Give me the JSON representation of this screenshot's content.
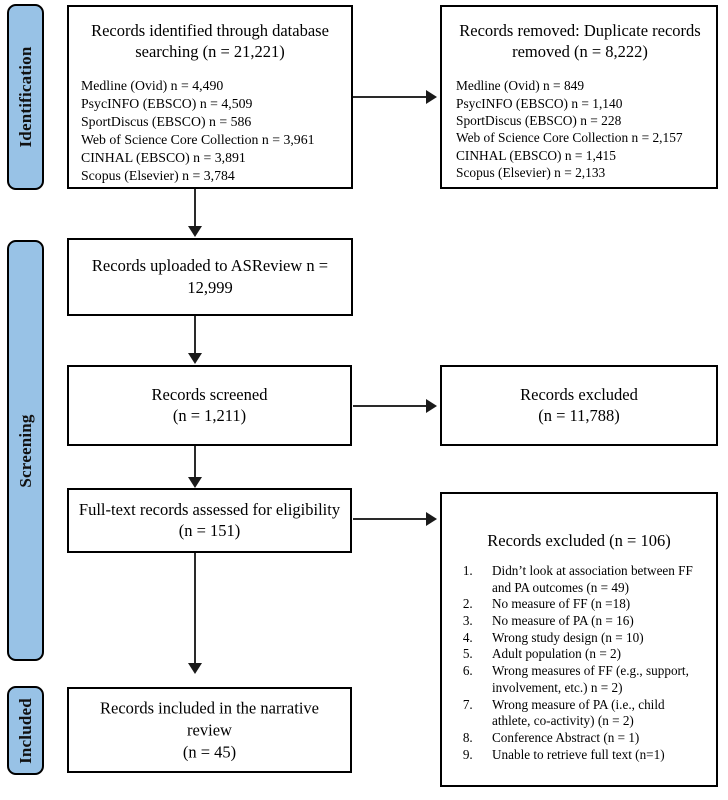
{
  "phases": [
    {
      "id": "identification",
      "label": "Identification"
    },
    {
      "id": "screening",
      "label": "Screening"
    },
    {
      "id": "included",
      "label": "Included"
    }
  ],
  "boxes": {
    "identified": {
      "title": "Records identified through database searching (n = 21,221)",
      "sources": [
        "Medline (Ovid) n = 4,490",
        "PsycINFO (EBSCO) n = 4,509",
        "SportDiscus (EBSCO) n = 586",
        "Web of Science Core Collection n = 3,961",
        "CINHAL (EBSCO) n = 3,891",
        "Scopus (Elsevier) n = 3,784"
      ]
    },
    "duplicates": {
      "title": "Records removed: Duplicate records removed (n = 8,222)",
      "sources": [
        "Medline (Ovid) n = 849",
        "PsycINFO (EBSCO) n = 1,140",
        "SportDiscus (EBSCO) n = 228",
        "Web of Science Core Collection n = 2,157",
        "CINHAL (EBSCO) n = 1,415",
        "Scopus (Elsevier) n = 2,133"
      ]
    },
    "uploaded": {
      "text": "Records uploaded to ASReview n = 12,999"
    },
    "screened": {
      "line1": "Records screened",
      "line2": "(n = 1,211)"
    },
    "excluded_screening": {
      "line1": "Records excluded",
      "line2": "(n = 11,788)"
    },
    "fulltext": {
      "text": "Full-text records assessed for eligibility (n = 151)"
    },
    "excluded_fulltext": {
      "heading": "Records excluded (n = 106)",
      "reasons": [
        "Didn’t look at association between FF and PA outcomes (n = 49)",
        "No measure of FF (n =18)",
        "No measure of PA (n = 16)",
        "Wrong study design (n = 10)",
        "Adult population (n = 2)",
        "Wrong measures of FF (e.g., support, involvement, etc.) n = 2)",
        "Wrong measure of PA (i.e., child athlete, co-activity) (n = 2)",
        "Conference Abstract (n = 1)",
        "Unable to retrieve full text (n=1)"
      ]
    },
    "included": {
      "line1": "Records included in the narrative",
      "line2": "review",
      "line3": "(n = 45)"
    }
  },
  "colors": {
    "phase_bar_fill": "#98C2E6",
    "stroke": "#000000",
    "connector": "#2a2a2a",
    "background": "#ffffff"
  }
}
